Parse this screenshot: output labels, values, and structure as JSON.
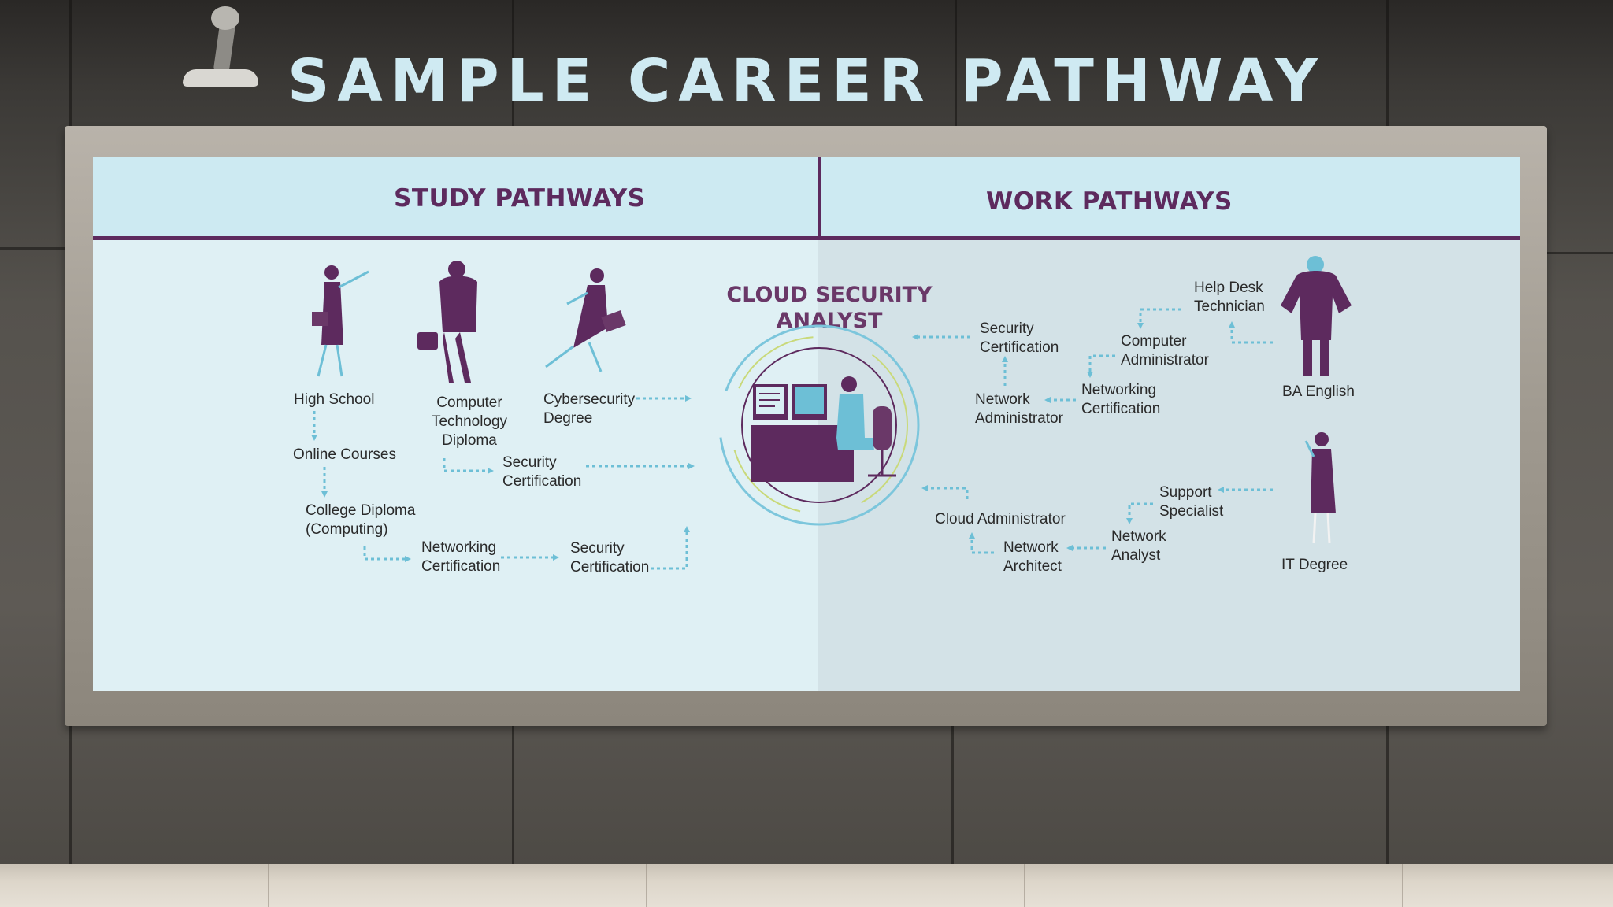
{
  "poster": {
    "title": "SAMPLE CAREER PATHWAY"
  },
  "panel": {
    "study_label": "STUDY PATHWAYS",
    "work_label": "WORK PATHWAYS",
    "center_title_line1": "CLOUD SECURITY",
    "center_title_line2": "ANALYST"
  },
  "study_nodes": {
    "high_school": "High School",
    "online_courses": "Online Courses",
    "college_diploma": [
      "College Diploma",
      "(Computing)"
    ],
    "computer_tech_diploma": [
      "Computer",
      "Technology",
      "Diploma"
    ],
    "cybersecurity_degree": [
      "Cybersecurity",
      "Degree"
    ],
    "security_cert_mid": [
      "Security",
      "Certification"
    ],
    "networking_cert": [
      "Networking",
      "Certification"
    ],
    "security_cert_low": [
      "Security",
      "Certification"
    ]
  },
  "work_nodes": {
    "help_desk": [
      "Help Desk",
      "Technician"
    ],
    "computer_admin": [
      "Computer",
      "Administrator"
    ],
    "security_cert": [
      "Security",
      "Certification"
    ],
    "network_admin": [
      "Network",
      "Administrator"
    ],
    "networking_cert": [
      "Networking",
      "Certification"
    ],
    "ba_english": "BA English",
    "support_specialist": [
      "Support",
      "Specialist"
    ],
    "cloud_admin": "Cloud Administrator",
    "network_analyst": [
      "Network",
      "Analyst"
    ],
    "network_architect": [
      "Network",
      "Architect"
    ],
    "it_degree": "IT Degree"
  },
  "icons": [
    "woman-with-briefcase-icon",
    "man-on-phone-icon",
    "running-woman-icon",
    "analyst-at-desk-icon",
    "standing-man-icon",
    "thinking-woman-icon"
  ],
  "colors": {
    "purple": "#5d2a5e",
    "arrow": "#6dbfd6",
    "panel": "#dff0f4",
    "title": "#cfeaf2"
  }
}
